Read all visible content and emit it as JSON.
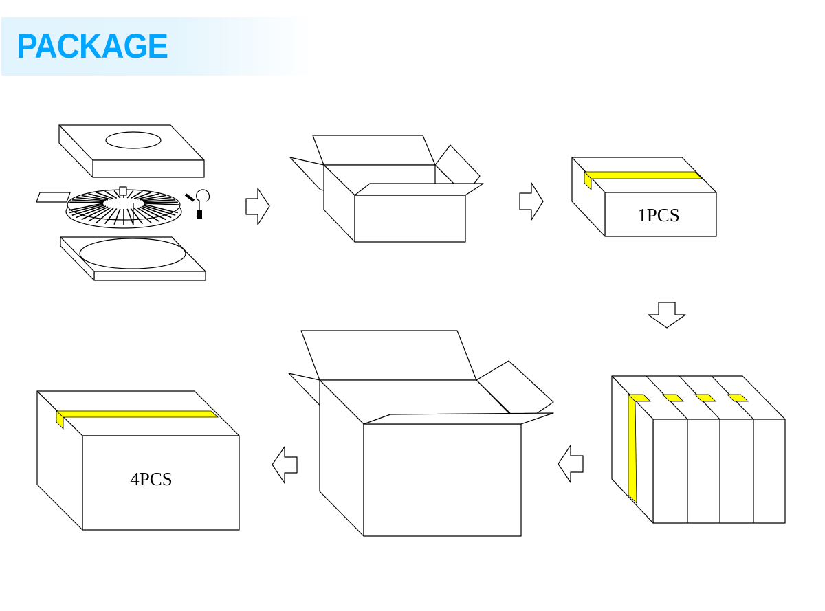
{
  "header": {
    "title": "PACKAGE"
  },
  "colors": {
    "title": "#00a6ff",
    "banner": "#e2f4fd",
    "tape": "#ffff00"
  },
  "steps": {
    "single_box_label": "1PCS",
    "carton_label": "4PCS"
  },
  "icons": [
    "arrow-right-icon",
    "arrow-down-icon",
    "arrow-left-icon"
  ]
}
